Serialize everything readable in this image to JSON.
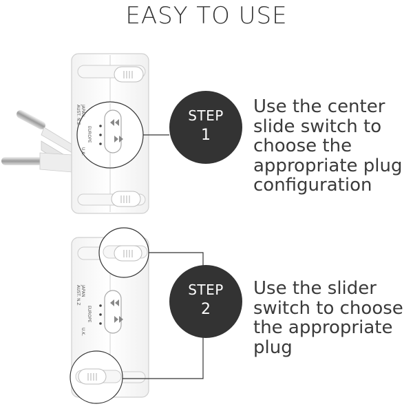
{
  "title": "EASY TO USE",
  "steps": [
    {
      "word": "STEP",
      "number": "1",
      "lines": [
        "Use the center",
        "slide switch to",
        "choose the",
        "appropriate plug",
        "configuration"
      ]
    },
    {
      "word": "STEP",
      "number": "2",
      "lines": [
        "Use the slider",
        "switch to choose",
        "the appropriate",
        "plug"
      ]
    }
  ],
  "device_labels": {
    "japan": "JAPAN",
    "aust": "AUST. N.Z",
    "europe": "EUROPE",
    "uk": "U.K."
  },
  "colors": {
    "circle": "#333333",
    "text": "#3a3a3a",
    "device": "#ffffff",
    "device_outline": "#cfcfcf"
  }
}
